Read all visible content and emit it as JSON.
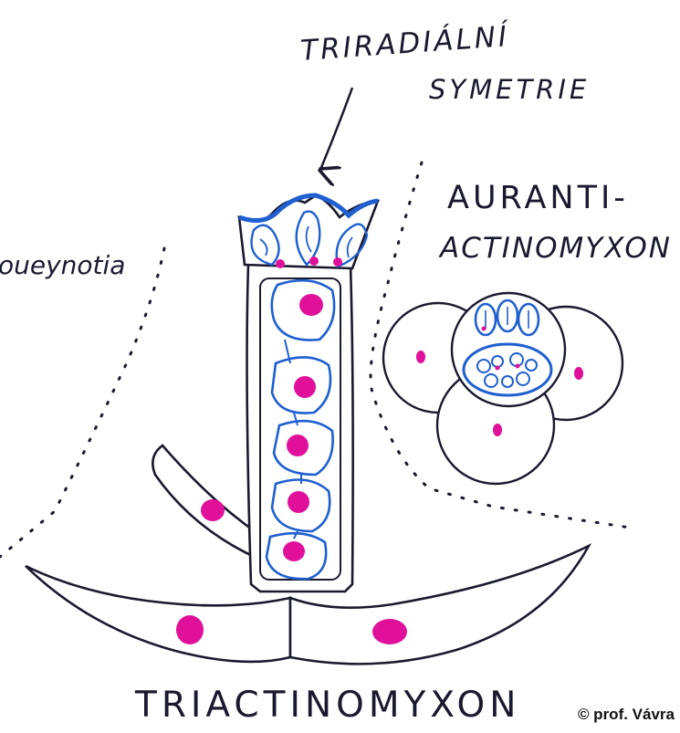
{
  "labels": {
    "symmetry_line1": "TRIRADIÁLNÍ",
    "symmetry_line2": "SYMETRIE",
    "aurantia_line1": "AURANTI-",
    "aurantia_line2": "ACTINOMYXON",
    "left_partial": "oueynotia",
    "triactinomyxon": "TRIACTINOMYXON"
  },
  "credit": "© prof. Vávra",
  "colors": {
    "ink": "#1a1a2e",
    "cell_blue": "#1f5fd0",
    "nucleus_magenta": "#e0109a"
  }
}
